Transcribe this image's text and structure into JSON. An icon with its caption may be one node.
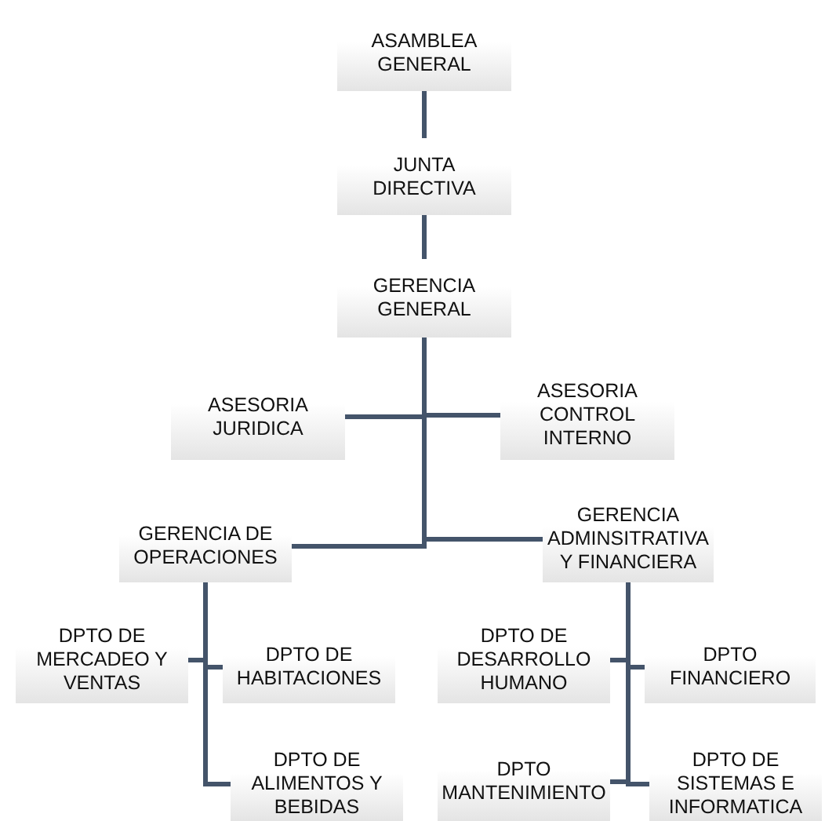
{
  "diagram": {
    "nodes": [
      {
        "text": [
          "ASAMBLEA GENERAL"
        ]
      },
      {
        "text": [
          "JUNTA DIRECTIVA"
        ]
      },
      {
        "text": [
          "GERENCIA GENERAL"
        ]
      },
      {
        "text": [
          "ASESORIA JURIDICA"
        ]
      },
      {
        "text": [
          "ASESORIA CONTROL INTERNO"
        ]
      },
      {
        "text": [
          "GERENCIA DE OPERACIONES"
        ]
      },
      {
        "text": [
          "GERENCIA ADMINSITRATIVA Y FINANCIERA"
        ]
      },
      {
        "text": [
          "DPTO DE MERCADEO Y VENTAS"
        ]
      },
      {
        "text": [
          "DPTO DE HABITACIONES"
        ]
      },
      {
        "text": [
          "DPTO DE DESARROLLO HUMANO"
        ]
      },
      {
        "text": [
          "DPTO FINANCIERO"
        ]
      },
      {
        "text": [
          "DPTO DE ALIMENTOS Y BEBIDAS"
        ]
      },
      {
        "text": [
          "DPTO MANTENIMIENTO"
        ]
      },
      {
        "text": [
          "DPTO DE SISTEMAS E INFORMATICA"
        ]
      }
    ],
    "edges": [
      {
        "from": 0,
        "to": 1,
        "arrow": "none"
      },
      {
        "from": 1,
        "to": 2,
        "arrow": "none"
      },
      {
        "from": 2,
        "to": 3,
        "arrow": "none"
      },
      {
        "from": 2,
        "to": 4,
        "arrow": "none"
      },
      {
        "from": 2,
        "to": 5,
        "arrow": "none"
      },
      {
        "from": 2,
        "to": 6,
        "arrow": "none"
      },
      {
        "from": 5,
        "to": 7,
        "arrow": "none"
      },
      {
        "from": 5,
        "to": 8,
        "arrow": "none"
      },
      {
        "from": 5,
        "to": 11,
        "arrow": "none"
      },
      {
        "from": 6,
        "to": 9,
        "arrow": "none"
      },
      {
        "from": 6,
        "to": 10,
        "arrow": "none"
      },
      {
        "from": 6,
        "to": 12,
        "arrow": "none"
      },
      {
        "from": 6,
        "to": 13,
        "arrow": "none"
      }
    ]
  }
}
